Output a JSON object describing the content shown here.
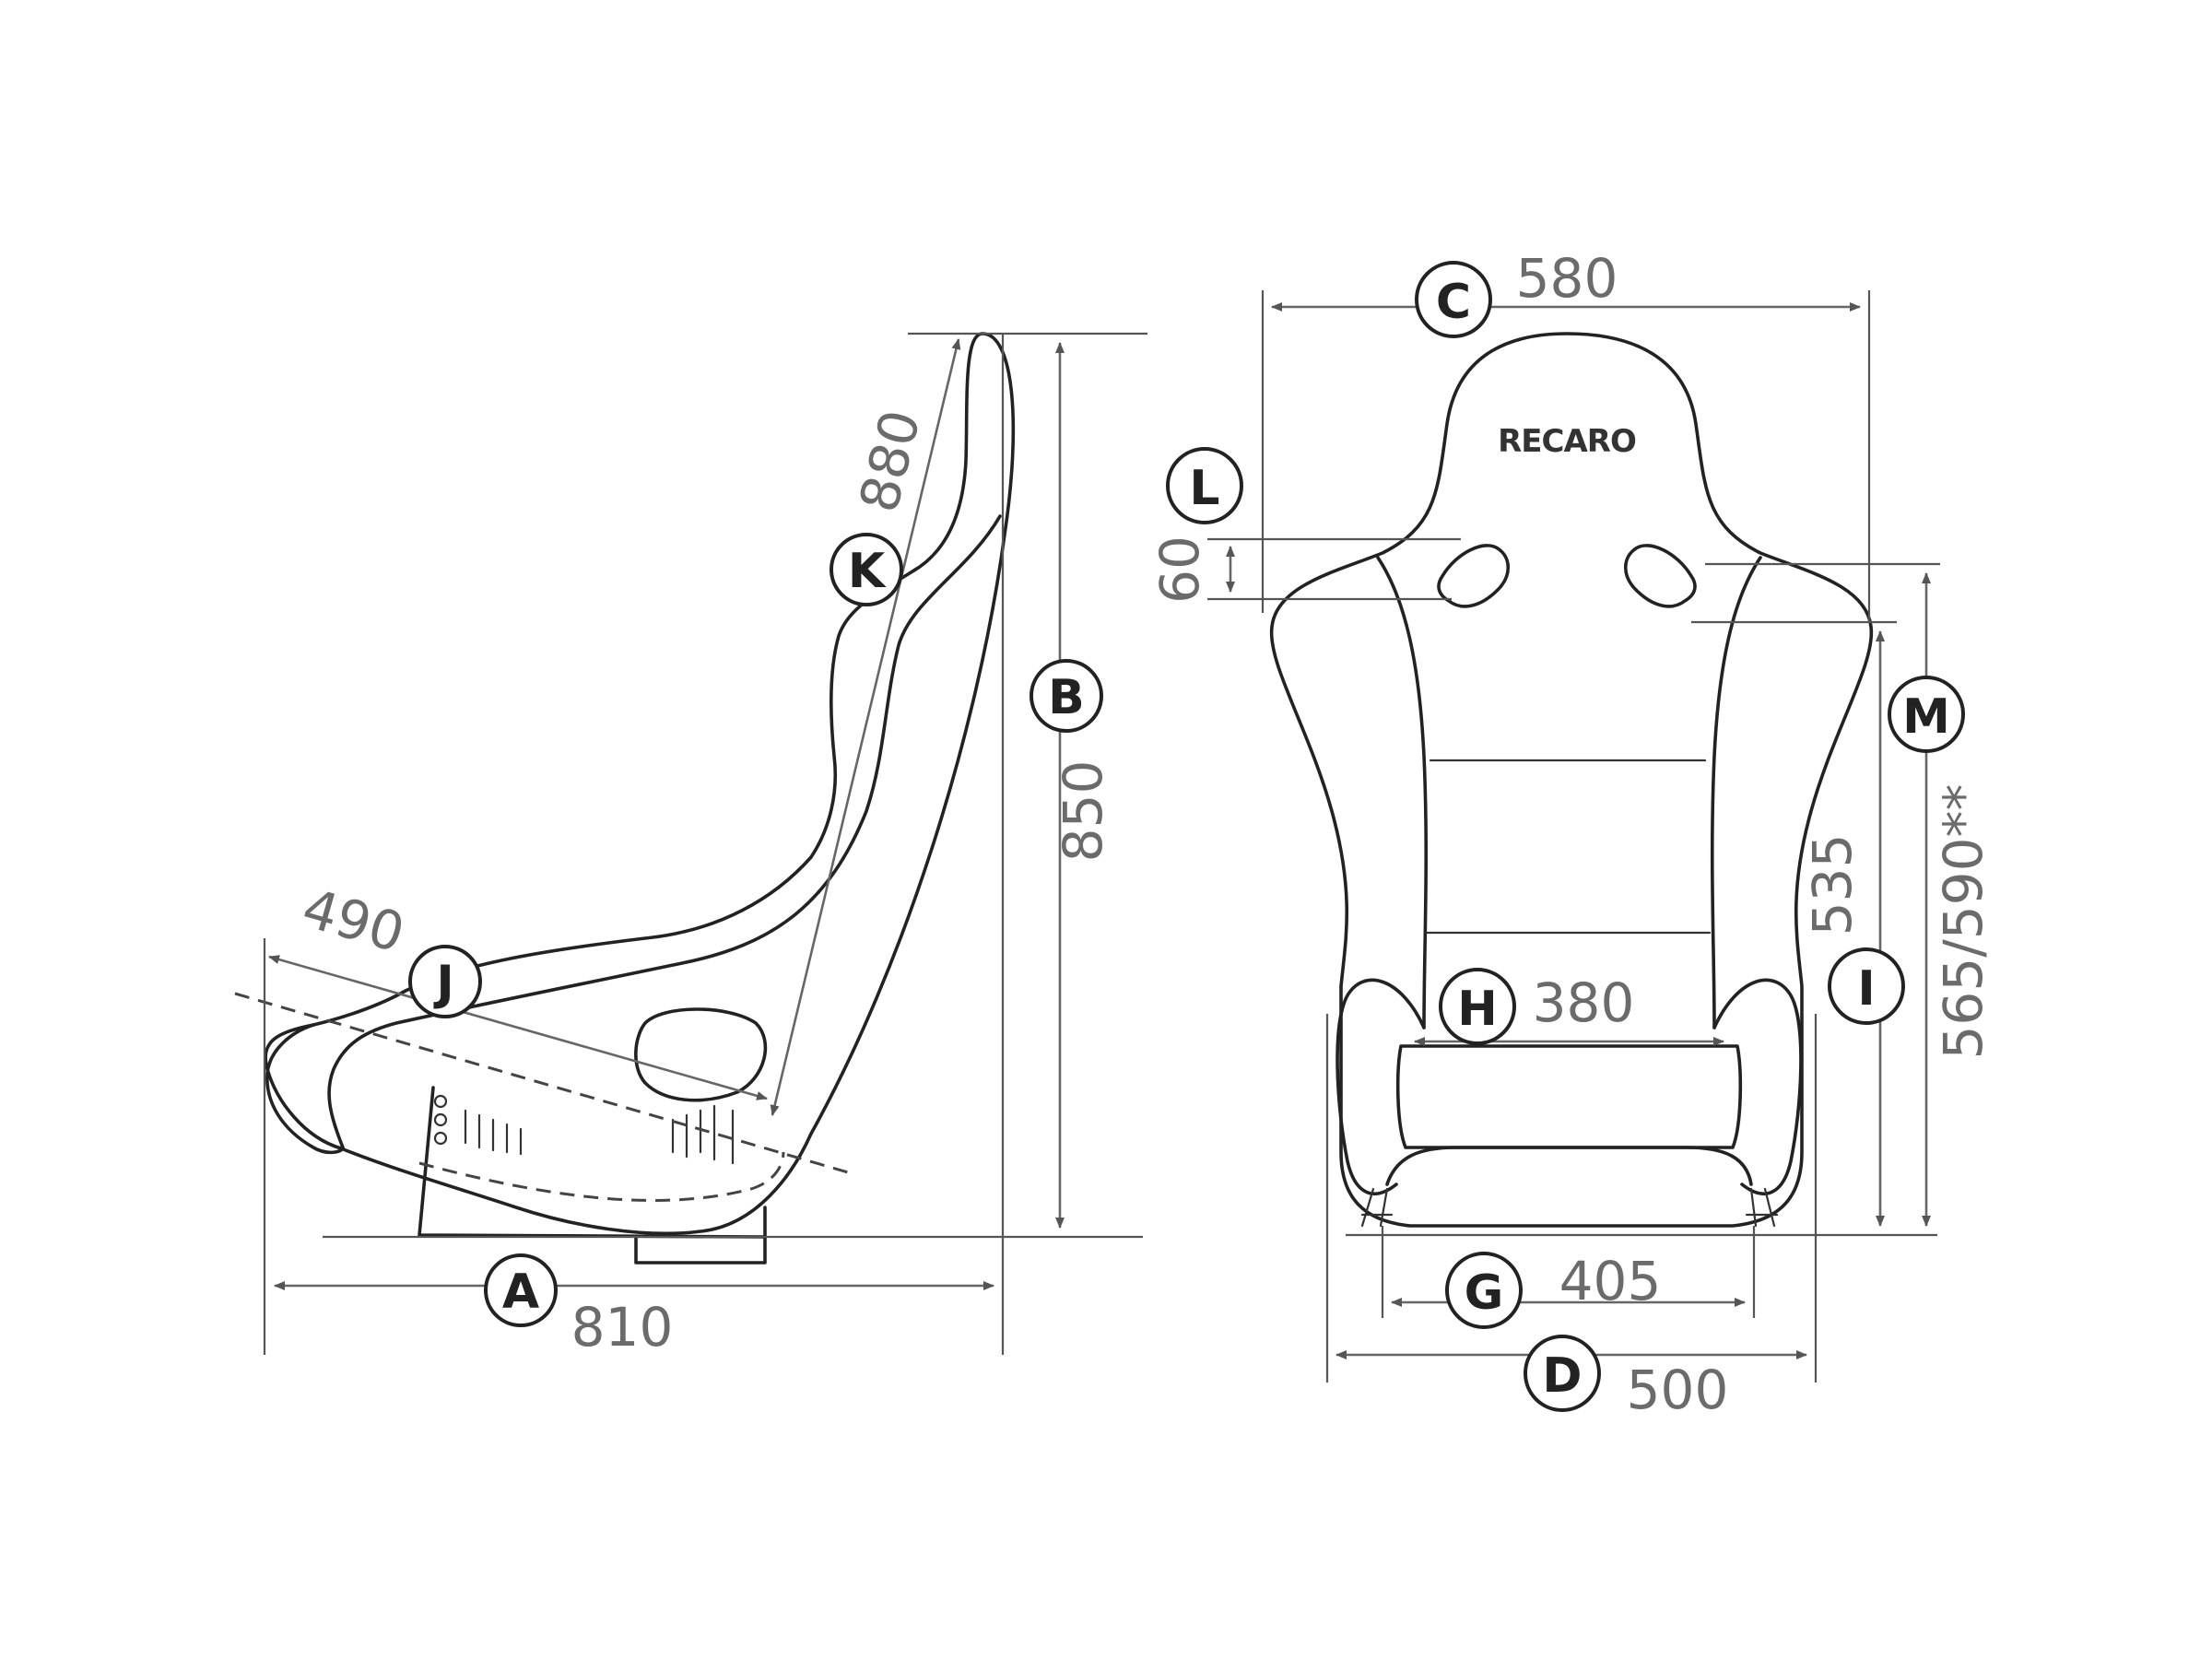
{
  "brand": "RECARO",
  "colors": {
    "outline": "#222222",
    "dimension_line": "#666666",
    "dimension_text": "#6b6b6b",
    "background": "#ffffff"
  },
  "side_view": {
    "dimensions": {
      "A": {
        "letter": "A",
        "value": "810"
      },
      "B": {
        "letter": "B",
        "value": "850"
      },
      "J": {
        "letter": "J",
        "value": "490"
      },
      "K": {
        "letter": "K",
        "value": "880"
      }
    }
  },
  "front_view": {
    "dimensions": {
      "C": {
        "letter": "C",
        "value": "580"
      },
      "D": {
        "letter": "D",
        "value": "500"
      },
      "G": {
        "letter": "G",
        "value": "405"
      },
      "H": {
        "letter": "H",
        "value": "380"
      },
      "I": {
        "letter": "I",
        "value": "535"
      },
      "L": {
        "letter": "L",
        "value": "60"
      },
      "M": {
        "letter": "M",
        "value": "565/590**"
      }
    }
  }
}
